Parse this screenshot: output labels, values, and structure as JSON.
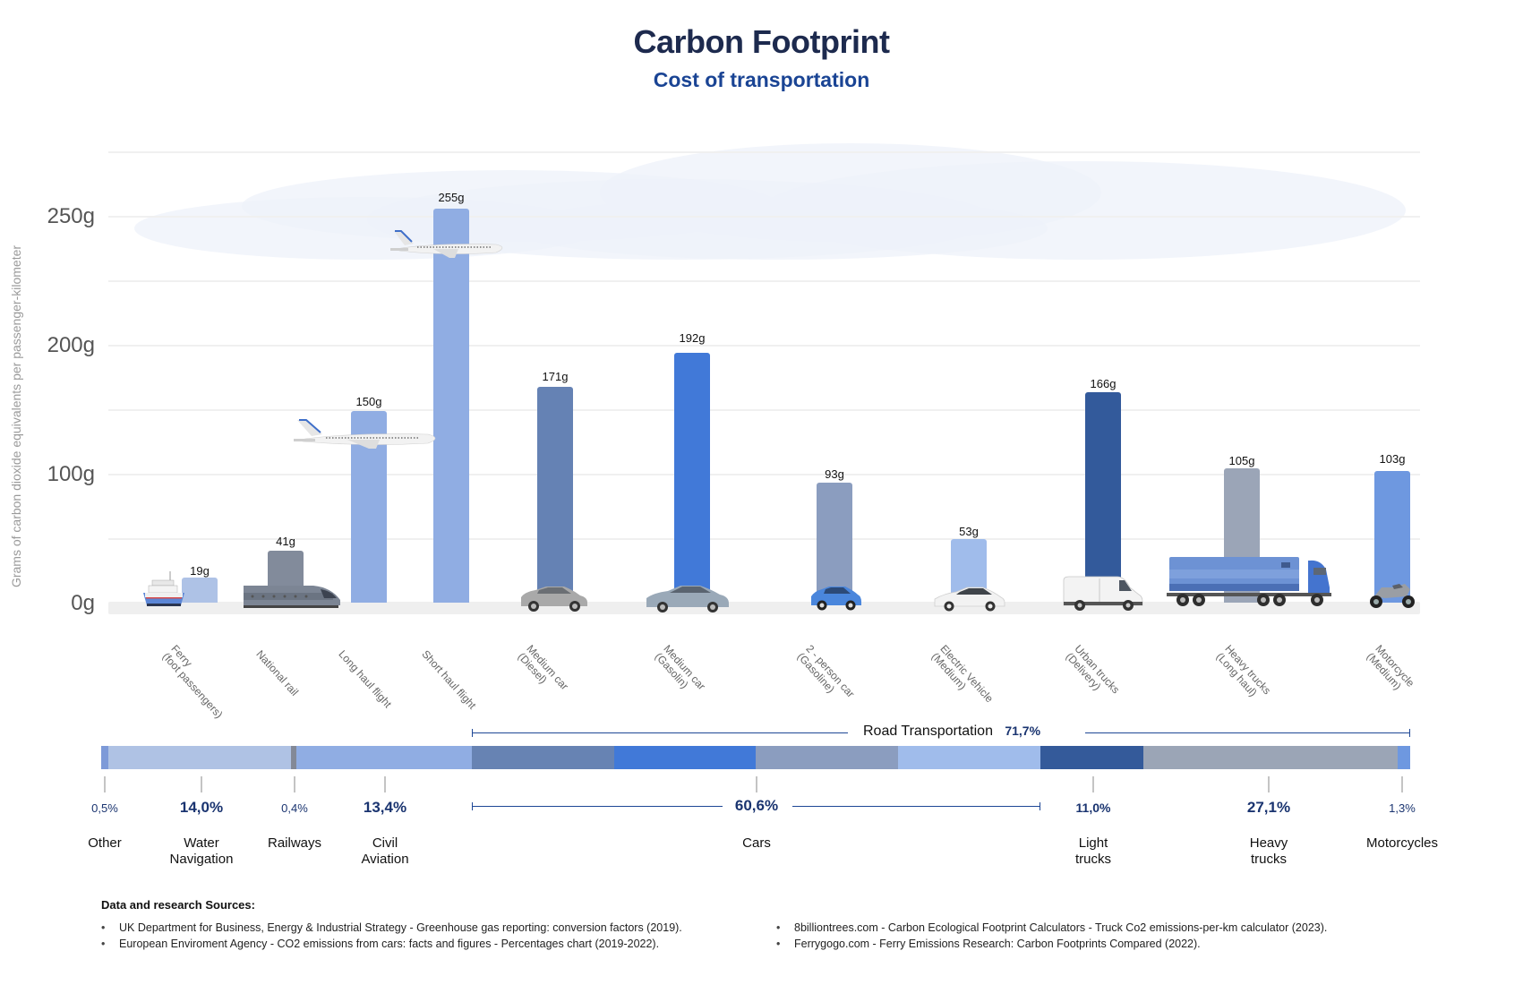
{
  "header": {
    "title": "Carbon Footprint",
    "subtitle": "Cost of transportation"
  },
  "y_axis": {
    "label": "Grams of carbon dioxide equivalents per passenger-kilometer",
    "ticks": [
      "250g",
      "200g",
      "100g",
      "0g"
    ]
  },
  "bars": [
    {
      "label_line1": "Ferry",
      "label_line2": "(foot passengers)",
      "value": 19,
      "value_label": "19g",
      "color": "#aec2e6",
      "icon": "ferry-icon"
    },
    {
      "label_line1": "National rail",
      "label_line2": "",
      "value": 41,
      "value_label": "41g",
      "color": "#828b9b",
      "icon": "train-icon"
    },
    {
      "label_line1": "Long haul flight",
      "label_line2": "",
      "value": 150,
      "value_label": "150g",
      "color": "#90ade3",
      "icon": "airplane-icon"
    },
    {
      "label_line1": "Short  haul flight",
      "label_line2": "",
      "value": 255,
      "value_label": "255g",
      "color": "#90ade3",
      "icon": "airplane-icon"
    },
    {
      "label_line1": "Medium car",
      "label_line2": "(Diesel)",
      "value": 171,
      "value_label": "171g",
      "color": "#6582b4",
      "icon": "car-icon"
    },
    {
      "label_line1": "Medium car",
      "label_line2": "(Gasolin)",
      "value": 192,
      "value_label": "192g",
      "color": "#4179d8",
      "icon": "car-icon"
    },
    {
      "label_line1": "2 - person car",
      "label_line2": "(Gasoline)",
      "value": 93,
      "value_label": "93g",
      "color": "#8b9dbf",
      "icon": "small-car-icon"
    },
    {
      "label_line1": "Electric Vehicle",
      "label_line2": "(Medium)",
      "value": 53,
      "value_label": "53g",
      "color": "#a0bceb",
      "icon": "electric-car-icon"
    },
    {
      "label_line1": "Urban trucks",
      "label_line2": "(Delivery)",
      "value": 166,
      "value_label": "166g",
      "color": "#335a9b",
      "icon": "van-icon"
    },
    {
      "label_line1": "Heavy trucks",
      "label_line2": "(Long haul)",
      "value": 105,
      "value_label": "105g",
      "color": "#9ba5b7",
      "icon": "tanker-truck-icon"
    },
    {
      "label_line1": "Motorcycle",
      "label_line2": "(Medium)",
      "value": 103,
      "value_label": "103g",
      "color": "#6e98e0",
      "icon": "motorcycle-icon"
    }
  ],
  "share": {
    "road_label": "Road Transportation",
    "road_pct": "71,7%",
    "cars_pct": "60,6%",
    "segments": [
      {
        "name": "Other",
        "color": "#7d9ad8"
      },
      {
        "name": "Water Navigation",
        "color": "#afc2e4"
      },
      {
        "name": "Railways",
        "color": "#838997"
      },
      {
        "name": "Civil Aviation",
        "color": "#90ade3"
      },
      {
        "name": "Medium car (Diesel)",
        "color": "#6783b3"
      },
      {
        "name": "Medium car (Gasolin)",
        "color": "#4179d8"
      },
      {
        "name": "2 - person car",
        "color": "#8b9dbf"
      },
      {
        "name": "Electric Vehicle",
        "color": "#a0bceb"
      },
      {
        "name": "Light trucks",
        "color": "#345a9a"
      },
      {
        "name": "Heavy trucks",
        "color": "#9ba5b6"
      },
      {
        "name": "Motorcycles",
        "color": "#6e98e0"
      }
    ],
    "categories": [
      {
        "pct": "0,5%",
        "line1": "Other",
        "line2": ""
      },
      {
        "pct": "14,0%",
        "line1": "Water",
        "line2": "Navigation"
      },
      {
        "pct": "0,4%",
        "line1": "Railways",
        "line2": ""
      },
      {
        "pct": "13,4%",
        "line1": "Civil",
        "line2": "Aviation"
      },
      {
        "pct": "",
        "line1": "Cars",
        "line2": ""
      },
      {
        "pct": "11,0%",
        "line1": "Light",
        "line2": "trucks"
      },
      {
        "pct": "27,1%",
        "line1": "Heavy",
        "line2": "trucks"
      },
      {
        "pct": "1,3%",
        "line1": "Motorcycles",
        "line2": ""
      }
    ]
  },
  "sources": {
    "heading": "Data and research Sources:",
    "items": [
      "UK Department for Business, Energy & Industrial Strategy - Greenhouse gas reporting: conversion factors (2019).",
      "European Enviroment Agency - CO2 emissions from cars: facts and figures - Percentages chart (2019-2022).",
      "8billiontrees.com - Carbon Ecological Footprint Calculators - Truck Co2 emissions-per-km calculator (2023).",
      "Ferrygogo.com - Ferry Emissions Research: Carbon Footprints Compared (2022)."
    ]
  },
  "chart_data": [
    {
      "type": "bar",
      "title": "Carbon Footprint",
      "subtitle": "Cost of transportation",
      "xlabel": "",
      "ylabel": "Grams of carbon dioxide equivalents per passenger-kilometer",
      "y_ticks": [
        "0g",
        "100g",
        "200g",
        "250g"
      ],
      "ylim": [
        0,
        275
      ],
      "grid": true,
      "categories": [
        "Ferry (foot passengers)",
        "National rail",
        "Long haul flight",
        "Short  haul flight",
        "Medium car (Diesel)",
        "Medium car (Gasolin)",
        "2 - person car (Gasoline)",
        "Electric Vehicle (Medium)",
        "Urban trucks (Delivery)",
        "Heavy trucks (Long haul)",
        "Motorcycle (Medium)"
      ],
      "values": [
        19,
        41,
        150,
        255,
        171,
        192,
        93,
        53,
        166,
        105,
        103
      ],
      "data_labels": [
        "19g",
        "41g",
        "150g",
        "255g",
        "171g",
        "192g",
        "93g",
        "53g",
        "166g",
        "105g",
        "103g"
      ]
    },
    {
      "type": "bar",
      "orientation": "horizontal-stacked",
      "title": "Share of transport emissions",
      "categories": [
        "Other",
        "Water Navigation",
        "Railways",
        "Civil Aviation",
        "Cars",
        "Light trucks",
        "Heavy trucks",
        "Motorcycles"
      ],
      "values": [
        0.5,
        14.0,
        0.4,
        13.4,
        60.6,
        11.0,
        27.1,
        1.3
      ],
      "annotations": [
        {
          "label": "Road Transportation",
          "value": "71,7%",
          "spans": [
            "Cars",
            "Light trucks",
            "Heavy trucks",
            "Motorcycles"
          ]
        },
        {
          "label": "Cars",
          "value": "60,6%",
          "spans": [
            "Medium car (Diesel)",
            "Medium car (Gasolin)",
            "2 - person car",
            "Electric Vehicle"
          ]
        }
      ]
    }
  ]
}
